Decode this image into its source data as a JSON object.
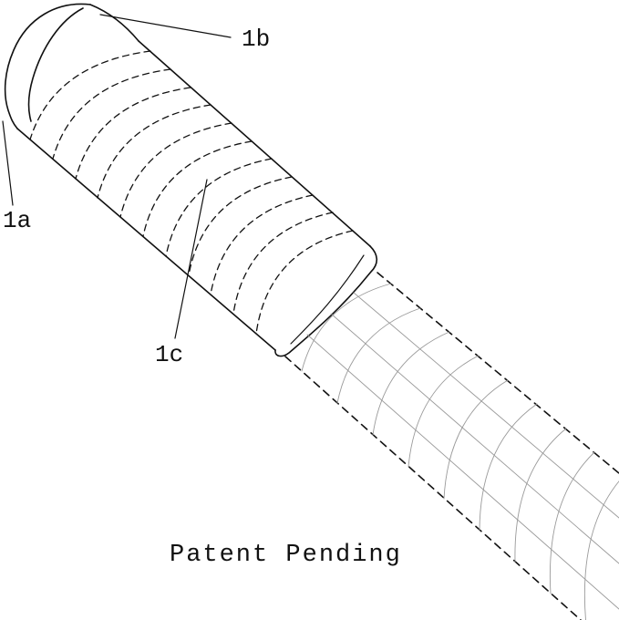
{
  "figure": {
    "labels": {
      "la": "1a",
      "lb": "1b",
      "lc": "1c"
    },
    "caption": "Patent Pending"
  }
}
